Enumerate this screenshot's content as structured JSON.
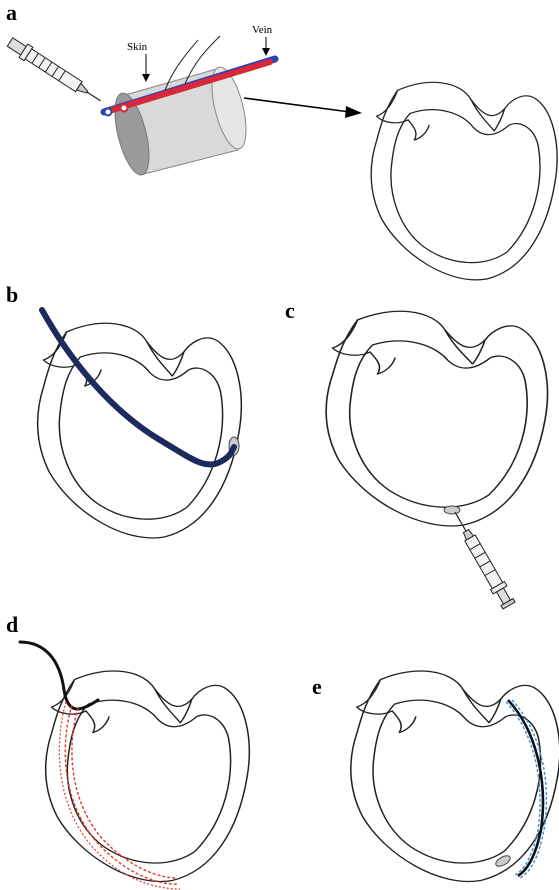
{
  "panels": {
    "a": {
      "label": "a",
      "skin_label": "Skin",
      "vein_label": "Vein"
    },
    "b": {
      "label": "b"
    },
    "c": {
      "label": "c"
    },
    "d": {
      "label": "d"
    },
    "e": {
      "label": "e"
    }
  },
  "colors": {
    "outline": "#222222",
    "catheter": "#1c2a5c",
    "vein_red": "#d8283a",
    "vein_blue": "#2b44b8",
    "skin_fill": "#d9d9d9",
    "dotted_red": "#e0392b",
    "dotted_blue": "#3a8fd9",
    "lead_black": "#111111"
  }
}
